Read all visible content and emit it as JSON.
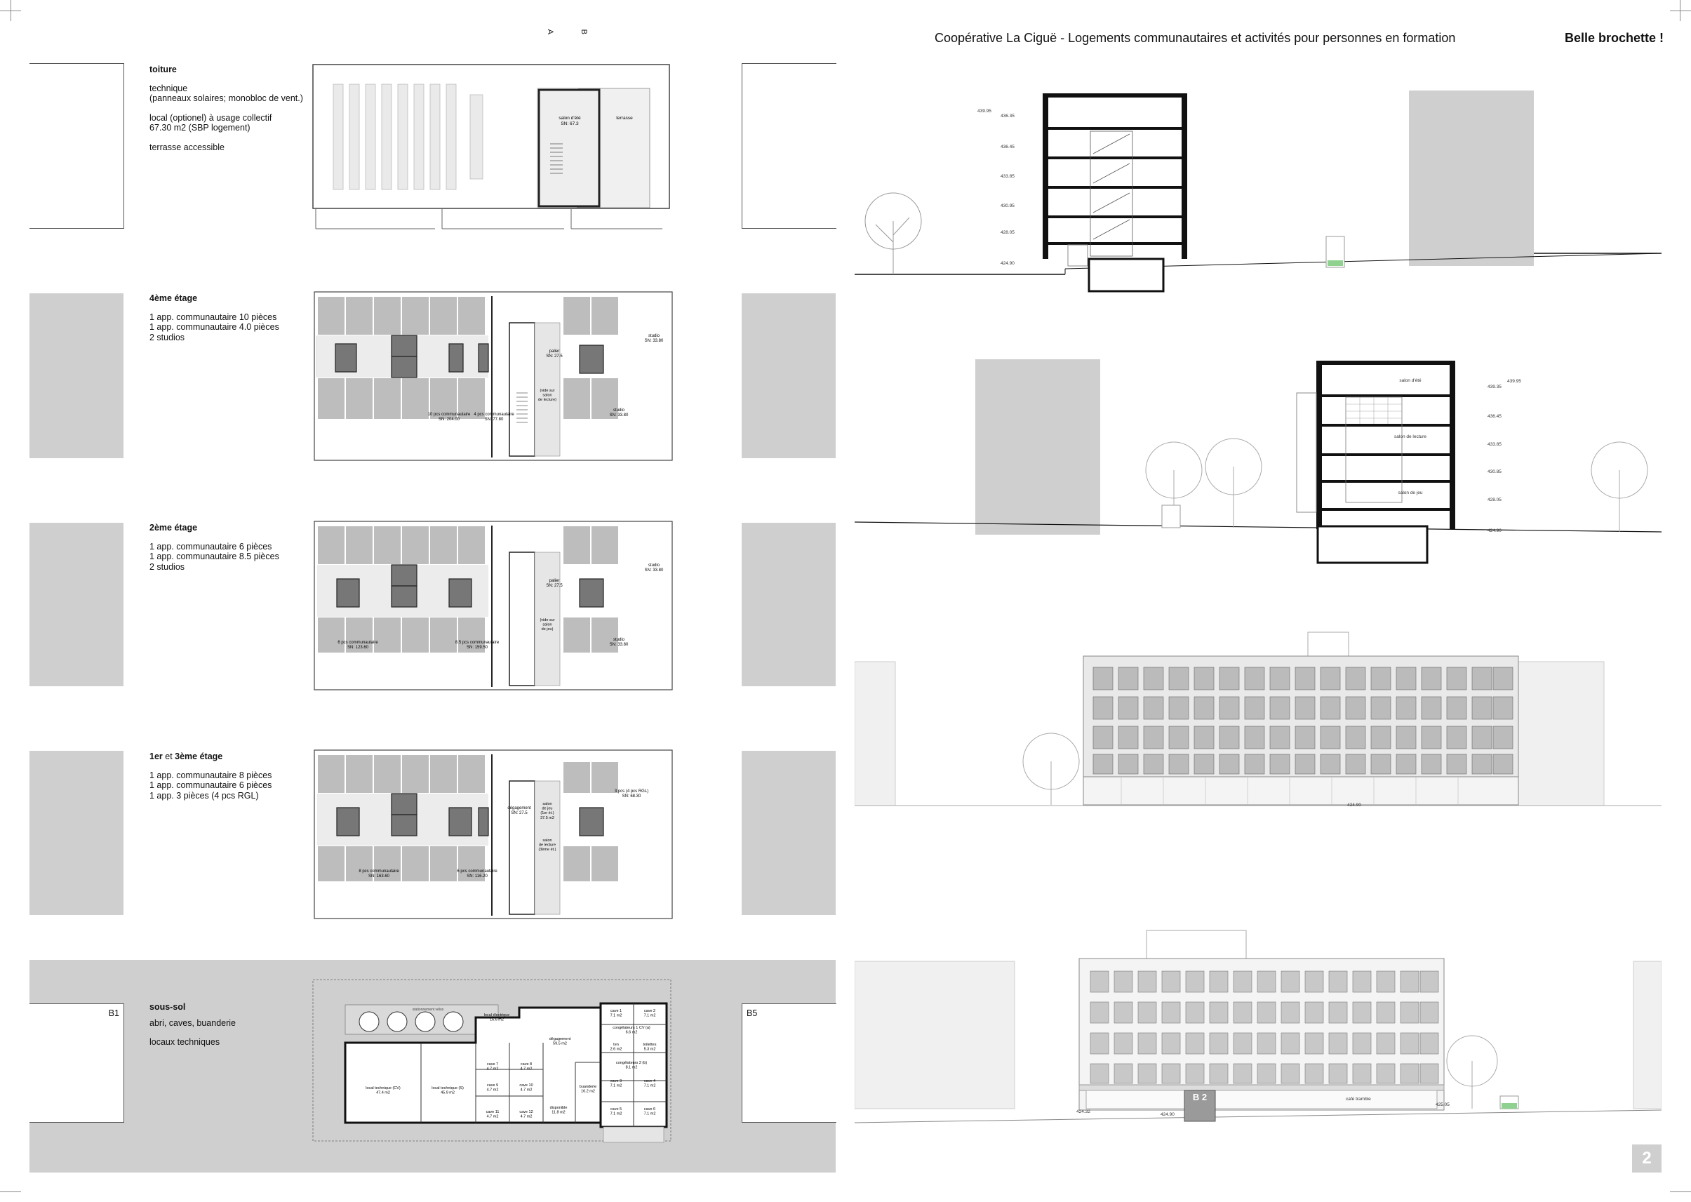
{
  "header": {
    "title": "Coopérative La Ciguë - Logements communautaires et activités pour personnes en formation",
    "team": "Belle brochette !"
  },
  "page_number": "2",
  "section_markers": {
    "a": "A",
    "b": "B"
  },
  "floors": {
    "toiture": {
      "title": "toiture",
      "lines": [
        "technique\n(panneaux solaires; monobloc de vent.)",
        "local (optionel) à usage collectif\n67.30 m2 (SBP logement)",
        "terrasse accessible"
      ],
      "plan_labels": {
        "salon_ete": "salon d'été\nSN: 67.3",
        "terrasse": "terrasse"
      }
    },
    "quatrieme": {
      "title": "4ème étage",
      "lines": [
        "1 app. communautaire 10 pièces\n1 app. communautaire 4.0 pièces\n2 studios"
      ],
      "plan_labels": {
        "a": "10 pcs communautaire\nSN: 204.00",
        "b": "4 pcs communautaire\nSN: 77.80",
        "palier": "palier\nSN: 27.5",
        "vide": "(vide sur\nsalon\nde lecture)",
        "studio1": "studio\nSN: 33.80",
        "studio2": "studio\nSN: 33.80"
      }
    },
    "deuxieme": {
      "title": "2ème étage",
      "lines": [
        "1 app. communautaire 6 pièces\n1 app. communautaire 8.5 pièces\n2 studios"
      ],
      "plan_labels": {
        "a": "6 pcs communautaire\nSN: 123.60",
        "b": "8.5 pcs communautaire\nSN: 159.50",
        "palier": "palier\nSN: 27.5",
        "vide": "(vide sur\nsalon\nde jeu)",
        "studio1": "studio\nSN: 33.80",
        "studio2": "studio\nSN: 33.80"
      }
    },
    "premier": {
      "title_bold1": "1er",
      "title_mid": " et ",
      "title_bold2": "3ème étage",
      "lines": [
        "1 app. communautaire 8 pièces\n1 app. communautaire 6 pièces\n1 app. 3 pièces (4 pcs RGL)"
      ],
      "plan_labels": {
        "a": "8 pcs communautaire\nSN: 163.60",
        "b": "6 pcs communautaire\nSN: 116.20",
        "degagement": "dégagement\nSN: 27.5",
        "salon": "salon\nde jeu\n(1er ét.)\n37.5 m2",
        "salon2": "salon\nde lecture\n(3ème ét.)",
        "trois": "3 pcs (4 pcs RGL)\nSN: 68.30"
      }
    },
    "soussol": {
      "title": "sous-sol",
      "lines": [
        "abri, caves, buanderie",
        "locaux techniques"
      ],
      "b1": "B1",
      "b5": "B5",
      "plan_labels": {
        "stationnement": "stationnement vélos",
        "local_elec": "local électrique\n16.6 m2",
        "degagement": "dégagement\n59.5 m2",
        "local_cv": "local technique (CV)\n47.4 m2",
        "local_s": "local technique (S)\n45.9 m2",
        "cave7": "cave 7\n4.7 m2",
        "cave8": "cave 8\n4.7 m2",
        "cave9": "cave 9\n4.7 m2",
        "cave10": "cave 10\n4.7 m2",
        "cave11": "cave 11\n4.7 m2",
        "cave12": "cave 12\n4.7 m2",
        "cave1": "cave 1\n7.1 m2",
        "cave2": "cave 2\n7.1 m2",
        "cave3": "cave 3\n7.1 m2",
        "cave4": "cave 4\n7.1 m2",
        "cave5": "cave 5\n7.1 m2",
        "cave6": "cave 6\n7.1 m2",
        "cong1": "congélateurs 1 CV (a)\n6.6 m2",
        "cong2": "congélateurs 2 (b)\n8.1 m2",
        "ten": "ten\n2.6 m2",
        "toilettes": "toilettes\n5.3 m2",
        "buanderie": "buanderie\n16.2 m2",
        "disponible": "disponible\n11.8 m2"
      }
    }
  },
  "sections": {
    "a": {
      "levels": [
        "439.95",
        "436.35",
        "436.45",
        "433.85",
        "430.95",
        "428.05",
        "424.90"
      ]
    },
    "b": {
      "levels": [
        "439.35",
        "439.95",
        "436.45",
        "433.85",
        "430.85",
        "428.05",
        "424.90"
      ],
      "labels": {
        "salon_ete": "salon d'été",
        "salon_lecture": "salon de lecture",
        "salon_jeu": "salon de jeu"
      }
    }
  },
  "elevations": {
    "e1": {
      "level": "424.90"
    },
    "e2": {
      "levels": [
        "424.32",
        "424.90",
        "425.05"
      ],
      "cafe": "café tramble",
      "entry_marker": "B 2"
    }
  }
}
